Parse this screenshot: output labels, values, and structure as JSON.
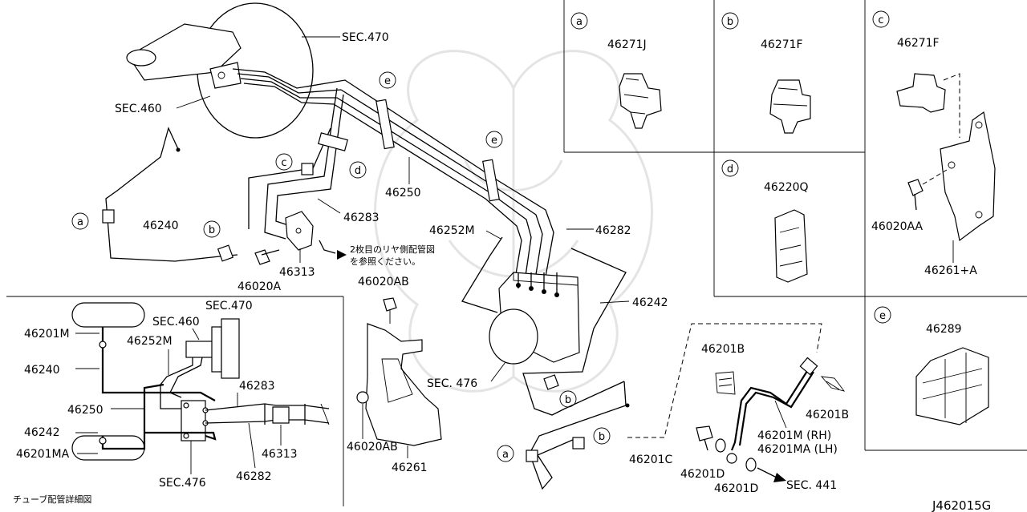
{
  "diagram_code": "J462015G",
  "callouts": {
    "a": "a",
    "b": "b",
    "c": "c",
    "d": "d",
    "e": "e"
  },
  "main": {
    "sec_470": "SEC.470",
    "sec_460": "SEC.460",
    "sec_476": "SEC. 476",
    "p46250": "46250",
    "p46283": "46283",
    "p46240": "46240",
    "p46313": "46313",
    "p46020A": "46020A",
    "p46252M": "46252M",
    "p46282": "46282",
    "p46242": "46242",
    "p46020AB_top": "46020AB",
    "p46020AB_bot": "46020AB",
    "p46261": "46261",
    "note_line1": "2枚目のリヤ側配管図",
    "note_line2": "を参照ください。"
  },
  "detail": {
    "title": "チューブ配管詳細図",
    "p46201M": "46201M",
    "p46240": "46240",
    "p46250": "46250",
    "p46242": "46242",
    "p46201MA": "46201MA",
    "sec_470": "SEC.470",
    "sec_460": "SEC.460",
    "p46252M": "46252M",
    "p46283": "46283",
    "p46313": "46313",
    "p46282": "46282",
    "sec_476": "SEC.476"
  },
  "hose": {
    "p46201B_left": "46201B",
    "p46201B_right": "46201B",
    "p46201M_RH": "46201M (RH)",
    "p46201MA_LH": "46201MA (LH)",
    "p46201C": "46201C",
    "p46201D_a": "46201D",
    "p46201D_b": "46201D",
    "sec_441": "SEC. 441"
  },
  "panels": {
    "a_part": "46271J",
    "b_part": "46271F",
    "c_part": "46271F",
    "c_bolt": "46020AA",
    "c_bracket": "46261+A",
    "d_part": "46220Q",
    "e_part": "46289"
  }
}
